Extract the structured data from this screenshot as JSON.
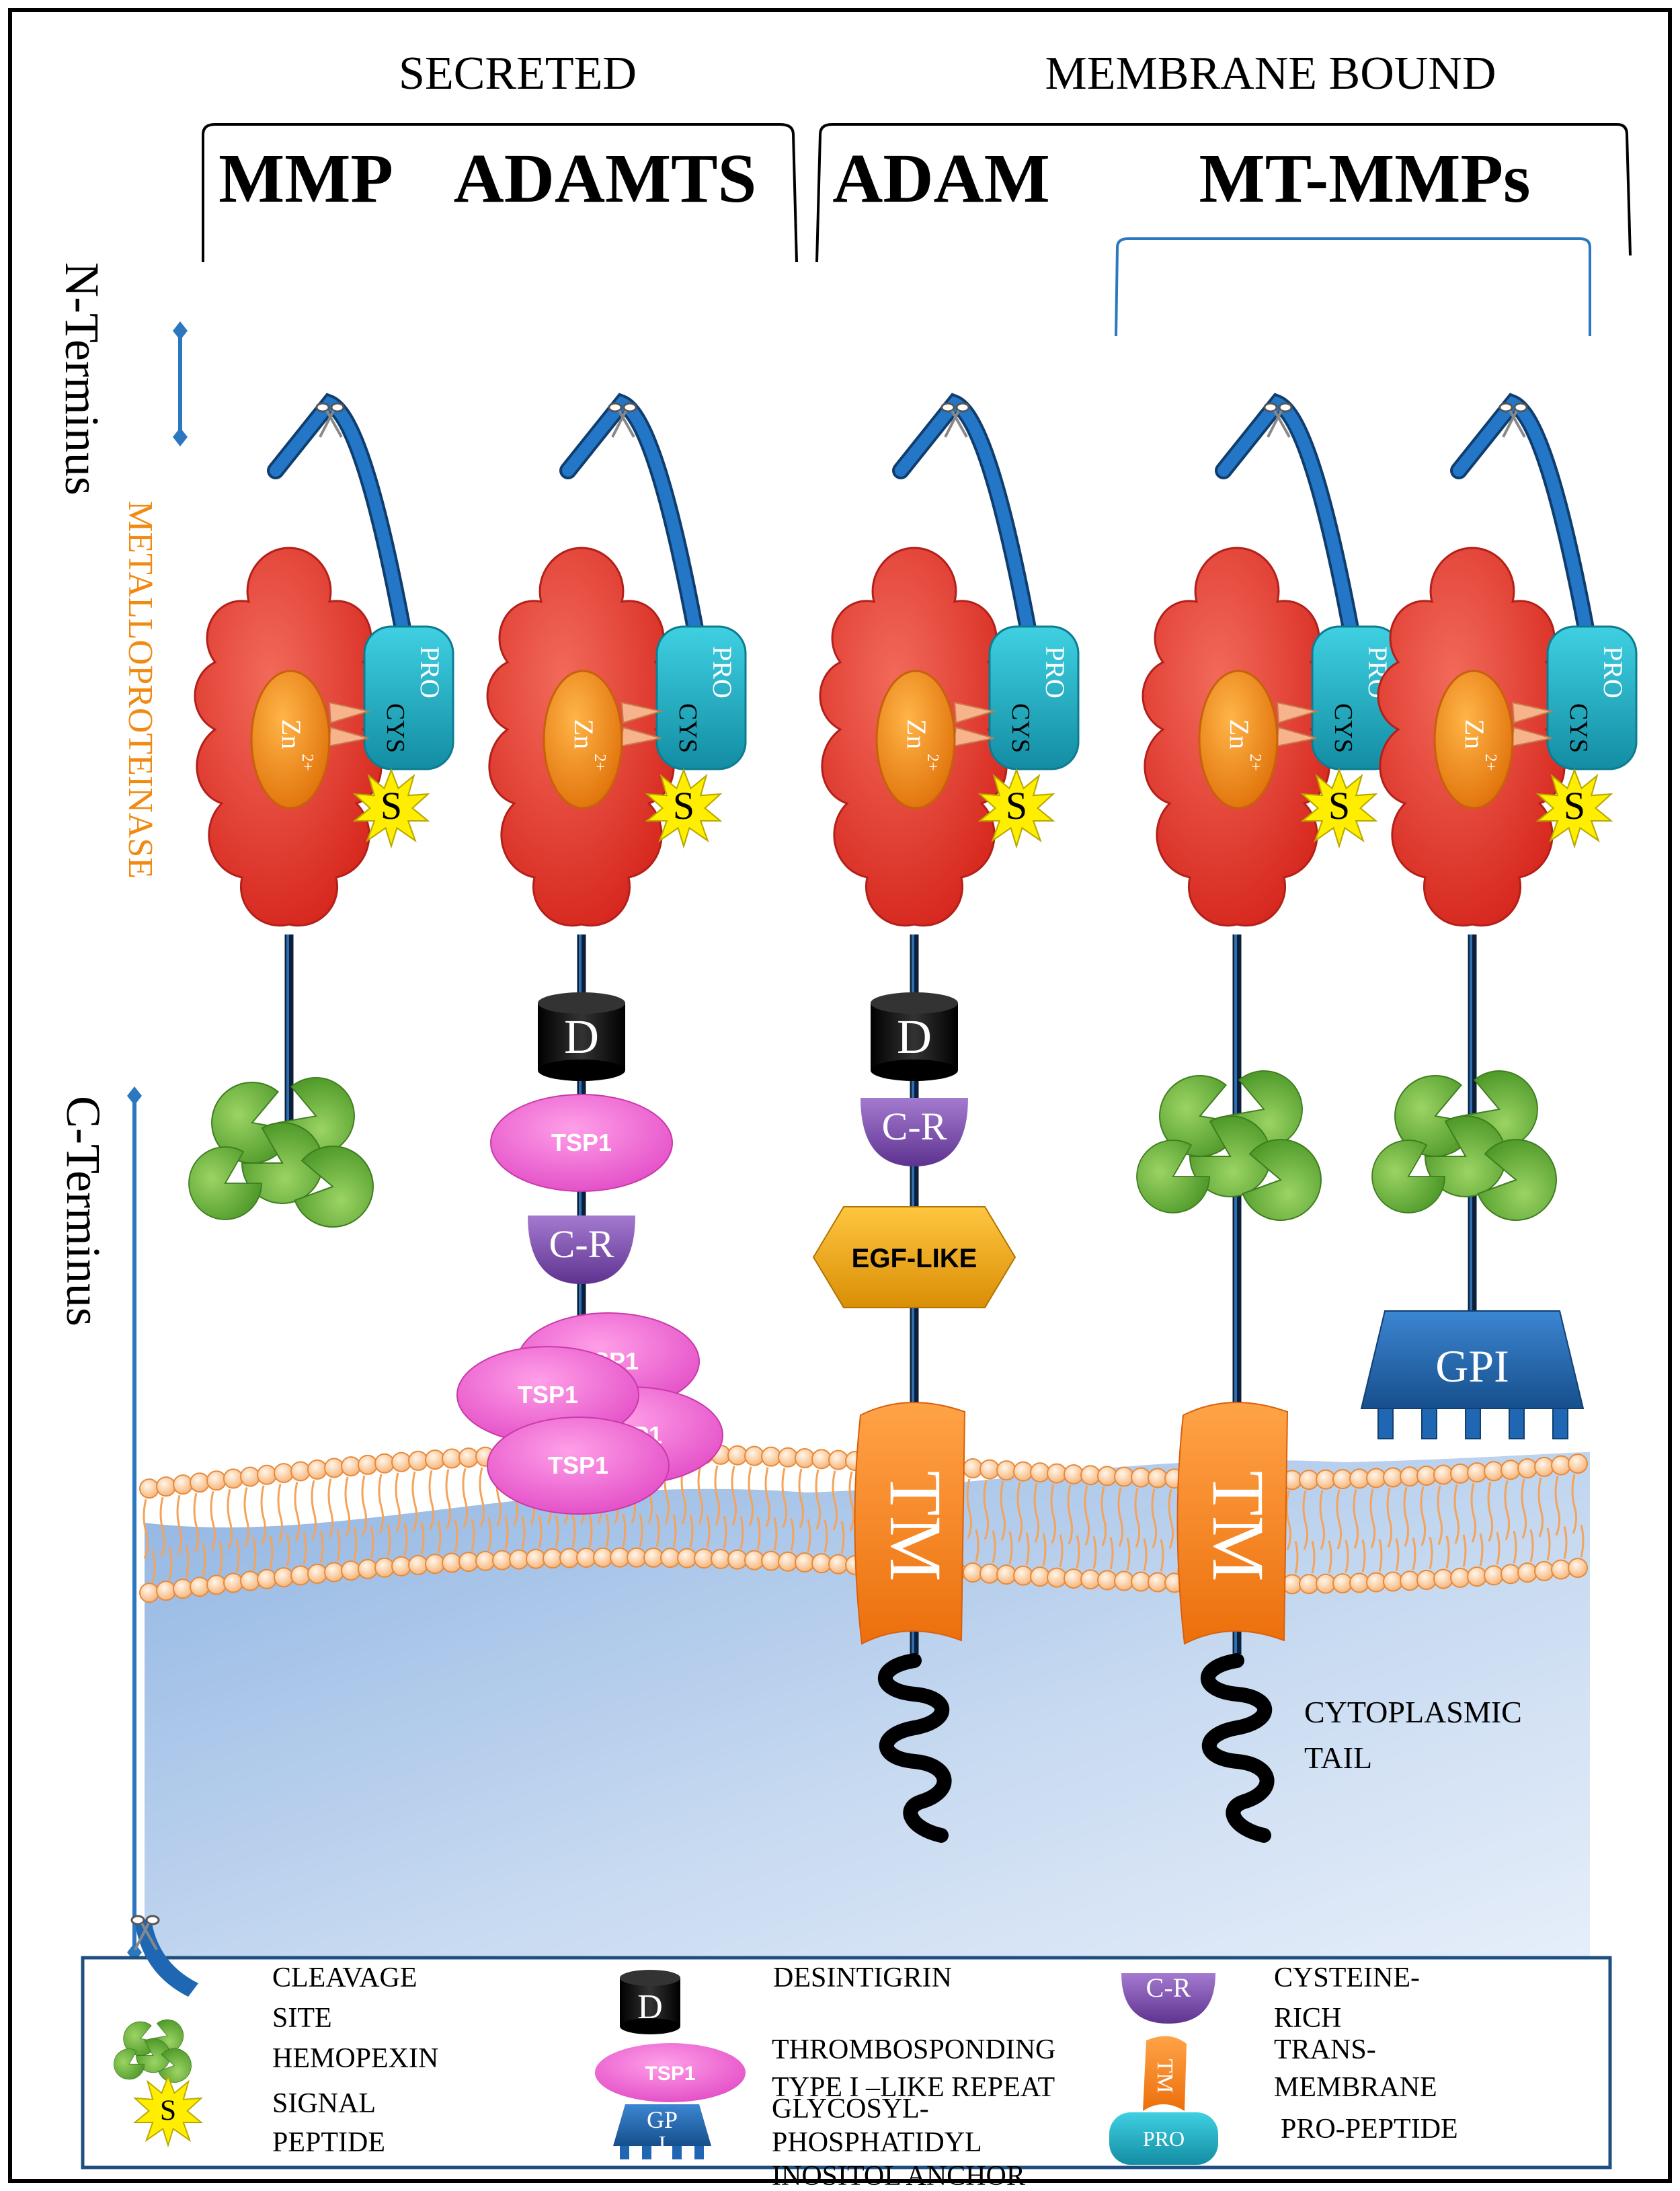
{
  "headers": {
    "secreted": "SECRETED",
    "membrane_bound": "MEMBRANE BOUND",
    "mmp": "MMP",
    "adamts": "ADAMTS",
    "adam": "ADAM",
    "mt_mmps": "MT-MMPs"
  },
  "axis": {
    "n_terminus": "N-Terminus",
    "c_terminus": "C-Terminus",
    "metalloproteinase": "METALLOPROTEINASE"
  },
  "domain_labels": {
    "pro": "PRO",
    "cys": "CYS",
    "zn": "Zn",
    "zn_sup": "2+",
    "s": "S",
    "d": "D",
    "tsp1": "TSP1",
    "cr": "C-R",
    "egf": "EGF-LIKE",
    "gpi": "GPI",
    "tm": "TM"
  },
  "cytoplasmic_tail": [
    "CYTOPLASMIC",
    "TAIL"
  ],
  "legend": {
    "cleavage": [
      "CLEAVAGE",
      "SITE"
    ],
    "hemopexin": "HEMOPEXIN",
    "signal": [
      "SIGNAL",
      "PEPTIDE"
    ],
    "desintigrin": "DESINTIGRIN",
    "thrombo": [
      "THROMBOSPONDING",
      "TYPE I –LIKE REPEAT"
    ],
    "glycosyl": [
      "GLYCOSYL-",
      "PHOSPHATIDYL",
      "INOSITOL ANCHOR"
    ],
    "cysteine": [
      "CYSTEINE-",
      "RICH"
    ],
    "trans": [
      "TRANS-",
      "MEMBRANE"
    ],
    "propeptide": "PRO-PEPTIDE",
    "icon_d": "D",
    "icon_tsp1": "TSP1",
    "icon_gpi": [
      "GP",
      "I"
    ],
    "icon_cr": "C-R",
    "icon_tm": "TM",
    "icon_pro": "PRO",
    "icon_s": "S"
  },
  "colors": {
    "catalytic": "#e53a2f",
    "zinc": "#f08a12",
    "pro": "#1fb3c9",
    "signal": "#ffee00",
    "hemopexin": "#6ab640",
    "desintigrin": "#111111",
    "tsp1": "#ef5fd2",
    "cysteine_rich": "#7d4ba8",
    "egf": "#e8a710",
    "gpi": "#1f67b2",
    "tm": "#f58220",
    "membrane": "#f7b97a",
    "axis": "#2b78c0"
  }
}
